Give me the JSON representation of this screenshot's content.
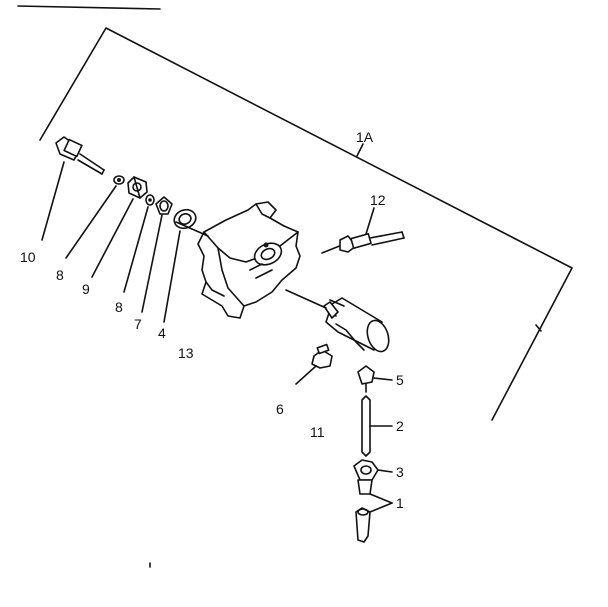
{
  "diagram": {
    "callouts": {
      "c1A": "1A",
      "c12": "12",
      "c10": "10",
      "c8a": "8",
      "c9": "9",
      "c8b": "8",
      "c7": "7",
      "c4": "4",
      "c13": "13",
      "c6": "6",
      "c11": "11",
      "c5": "5",
      "c2": "2",
      "c3": "3",
      "c1": "1"
    }
  }
}
